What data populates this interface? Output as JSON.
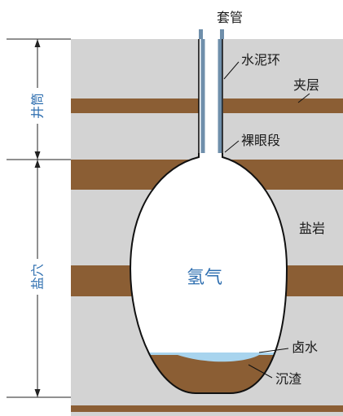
{
  "labels": {
    "casing": "套管",
    "cement_ring": "水泥环",
    "interlayer": "夹层",
    "open_hole": "裸眼段",
    "salt_rock": "盐岩",
    "hydrogen": "氢气",
    "brine": "卤水",
    "sediment": "沉渣",
    "wellbore": "井筒",
    "salt_cavern": "盐穴"
  },
  "colors": {
    "salt_rock": "#d3d3d3",
    "interlayer": "#8b5e34",
    "cavern": "#ffffff",
    "brine": "#a8d4ee",
    "casing": "#6f8fab",
    "label_blue": "#2f6fb0"
  }
}
